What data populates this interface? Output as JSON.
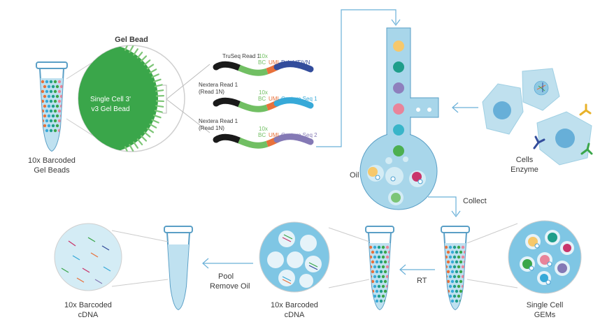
{
  "colors": {
    "bead_green": "#3aa64a",
    "bead_green_light": "#7cc576",
    "tube_blue": "#bfe1f0",
    "tube_stroke": "#5a9fc6",
    "channel_blue": "#a8d6ea",
    "droplet_blue": "#6fbde0",
    "arrow_blue": "#6ab0d8",
    "oligo_black": "#1a1a1a",
    "oligo_green": "#71bf63",
    "oligo_orange": "#e8713b",
    "oligo_navy": "#334d9c",
    "oligo_cyan": "#37a9d8",
    "oligo_purple": "#8479b5",
    "cell_fill": "#bfe0ee",
    "nucleus": "#4a9fd0"
  },
  "labels": {
    "gel_bead_title": "Gel Bead",
    "bead_inner_line1": "Single Cell 3'",
    "bead_inner_line2": "v3 Gel Bead",
    "tube1_line1": "10x Barcoded",
    "tube1_line2": "Gel Beads",
    "oil": "Oil",
    "collect": "Collect",
    "cells": "Cells",
    "enzyme": "Enzyme",
    "rt": "RT",
    "pool": "Pool",
    "remove_oil": "Remove Oil",
    "cdna_mid_line1": "10x Barcoded",
    "cdna_mid_line2": "cDNA",
    "cdna_left_line1": "10x Barcoded",
    "cdna_left_line2": "cDNA",
    "gems_line1": "Single Cell",
    "gems_line2": "GEMs"
  },
  "oligos": [
    {
      "read_line1": "TruSeq Read 1",
      "read_line2": "",
      "bc_line1": "10x",
      "bc_line2": "BC",
      "umi": "UMI",
      "capture": "Poly(dT)VN",
      "capture_color": "#334d9c"
    },
    {
      "read_line1": "Nextera Read 1",
      "read_line2": "(Read 1N)",
      "bc_line1": "10x",
      "bc_line2": "BC",
      "umi": "UMI",
      "capture": "Capture Seq 1",
      "capture_color": "#37a9d8"
    },
    {
      "read_line1": "Nextera Read 1",
      "read_line2": "(Read 1N)",
      "bc_line1": "10x",
      "bc_line2": "BC",
      "umi": "UMI",
      "capture": "Capture Seq 2",
      "capture_color": "#8479b5"
    }
  ],
  "channel_droplets": [
    "#f6c86b",
    "#1f9e8a",
    "#8e80bd",
    "#e8849a",
    "#38b5c9",
    "#4caf50"
  ],
  "bead_dot_colors": [
    "#e8713b",
    "#3aa64a",
    "#8479b5",
    "#37a9d8",
    "#e8849a",
    "#f6c86b",
    "#1f9e8a",
    "#334d9c"
  ]
}
